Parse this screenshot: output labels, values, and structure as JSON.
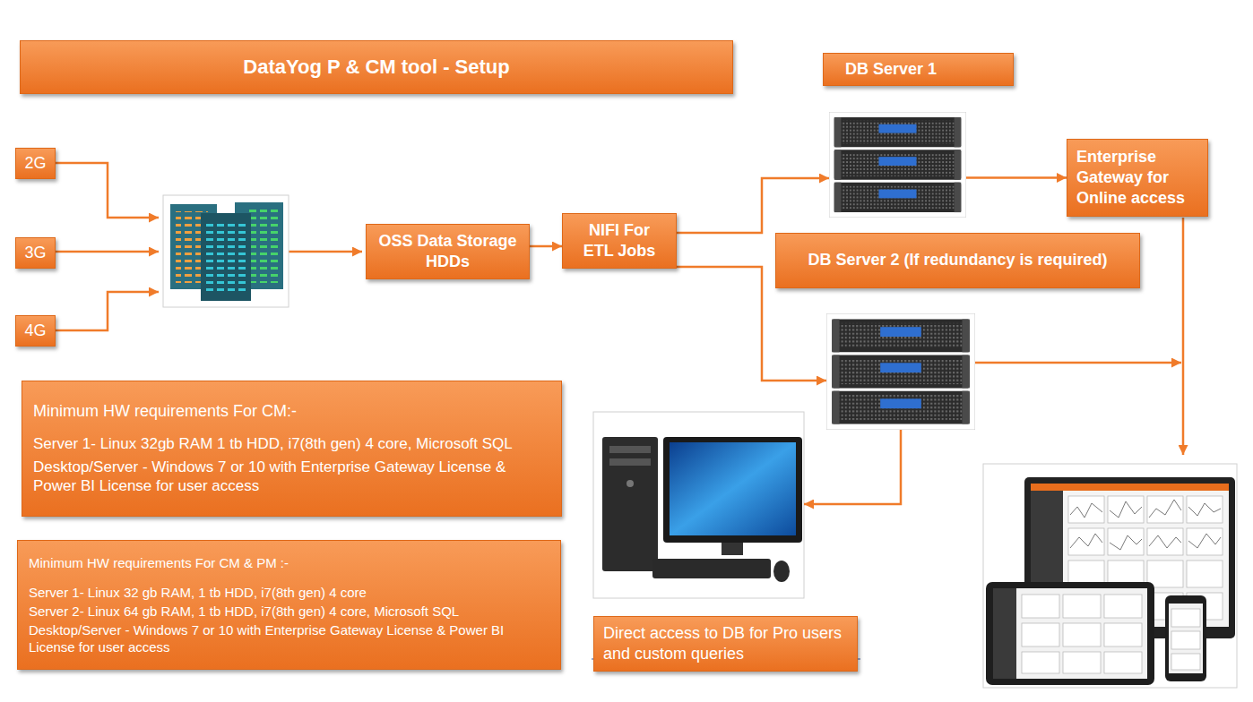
{
  "diagram": {
    "title": "DataYog P & CM tool - Setup",
    "nodes": [
      {
        "text": [
          "2G"
        ]
      },
      {
        "text": [
          "3G"
        ]
      },
      {
        "text": [
          "4G"
        ]
      },
      {
        "text": [
          "OSS Data Storage HDDs"
        ]
      },
      {
        "text": [
          "NIFI For ETL Jobs"
        ]
      },
      {
        "text": [
          "DB Server 1"
        ]
      },
      {
        "text": [
          "Enterprise Gateway for Online access"
        ]
      },
      {
        "text": [
          "DB Server 2 (If redundancy is required)"
        ]
      },
      {
        "text": [
          "Minimum HW requirements For CM:-",
          "Server 1- Linux 32gb RAM 1 tb HDD, i7(8th gen) 4 core, Microsoft SQL",
          "Desktop/Server - Windows 7 or 10 with Enterprise Gateway License & Power BI License for user access"
        ]
      },
      {
        "text": [
          "Minimum HW requirements For CM & PM :-",
          "Server 1- Linux 32 gb RAM, 1 tb HDD, i7(8th gen) 4 core",
          "Server 2- Linux 64 gb RAM, 1 tb HDD, i7(8th gen) 4 core, Microsoft SQL",
          "Desktop/Server - Windows 7 or 10 with Enterprise Gateway License & Power BI License for user access"
        ]
      },
      {
        "text": [
          "Direct access to DB for Pro users and custom queries"
        ]
      }
    ],
    "edges": [
      {
        "from": 3,
        "to": 4,
        "arrow": "to"
      },
      {
        "from": 4,
        "to": 5,
        "arrow": "to"
      },
      {
        "from": 4,
        "to": 7,
        "arrow": "to"
      },
      {
        "from": 5,
        "to": 6,
        "arrow": "to"
      },
      {
        "from": 7,
        "to": 10,
        "arrow": "to"
      }
    ]
  }
}
